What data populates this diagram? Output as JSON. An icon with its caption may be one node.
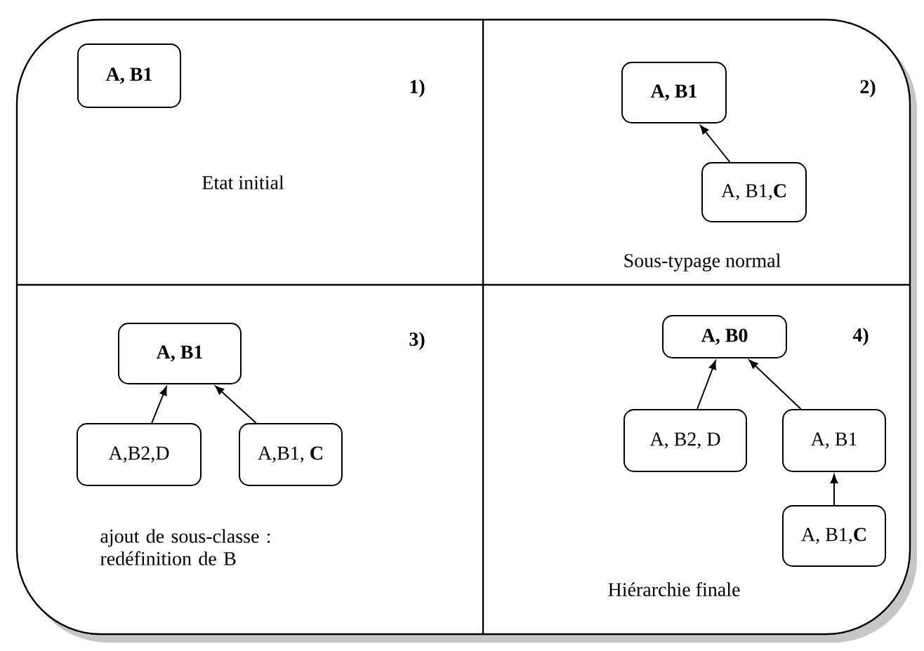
{
  "diagram": {
    "nodes": [
      {
        "text": [
          "A, B1"
        ]
      },
      {
        "text": [
          "A, B1"
        ]
      },
      {
        "text": [
          "A, B1,**C**"
        ]
      },
      {
        "text": [
          "A, B1"
        ]
      },
      {
        "text": [
          "A,B2,D"
        ]
      },
      {
        "text": [
          "A,B1, **C**"
        ]
      },
      {
        "text": [
          "A, B0"
        ]
      },
      {
        "text": [
          "A, B2, D"
        ]
      },
      {
        "text": [
          "A, B1"
        ]
      },
      {
        "text": [
          "A, B1,**C**"
        ]
      }
    ],
    "edges": [
      {
        "from": 2,
        "to": 1,
        "arrow": "to"
      },
      {
        "from": 4,
        "to": 3,
        "arrow": "to"
      },
      {
        "from": 5,
        "to": 3,
        "arrow": "to"
      },
      {
        "from": 7,
        "to": 6,
        "arrow": "to"
      },
      {
        "from": 8,
        "to": 6,
        "arrow": "to"
      },
      {
        "from": 9,
        "to": 8,
        "arrow": "to"
      }
    ],
    "labels": [
      "1)",
      "Etat initial",
      "2)",
      "Sous-typage normal",
      "3)",
      "ajout de sous-classe : redéfinition de B",
      "4)",
      "Hiérarchie finale"
    ]
  }
}
